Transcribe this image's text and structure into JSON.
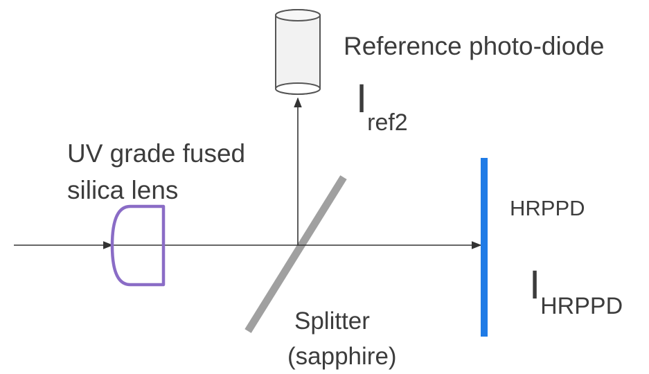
{
  "labels": {
    "photodiode": "Reference photo-diode",
    "lens_line1": "UV grade fused",
    "lens_line2": "silica lens",
    "detector": "HRPPD",
    "splitter_line1": "Splitter",
    "splitter_line2": "(sapphire)"
  },
  "symbols": {
    "ref_main": "I",
    "ref_sub": "ref2",
    "hrppd_main": "I",
    "hrppd_sub": "HRPPD"
  },
  "colors": {
    "beam": "#333333",
    "lens": "#8a6cc6",
    "detector": "#1f7be6",
    "splitter": "#a0a0a0",
    "photodiode_outline": "#555555",
    "photodiode_fill": "#f2f2f2",
    "text": "#3c3c3c"
  }
}
